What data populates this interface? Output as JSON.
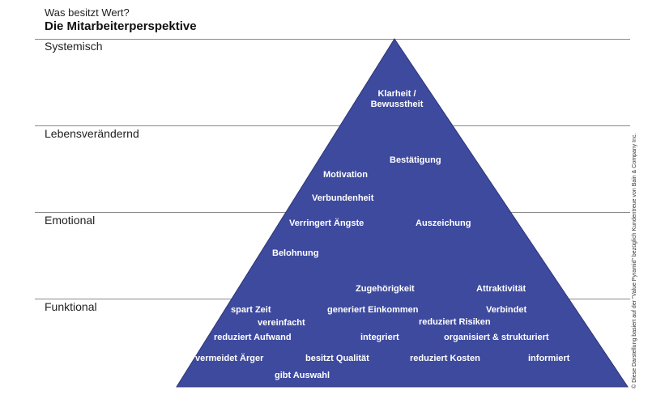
{
  "header": {
    "subtitle": "Was besitzt Wert?",
    "title": "Die Mitarbeiterperspektive"
  },
  "levels": {
    "systemisch": "Systemisch",
    "lebensveraendernd": "Lebensverändernd",
    "emotional": "Emotional",
    "funktional": "Funktional"
  },
  "terms": {
    "klarheit_1": "Klarheit /",
    "klarheit_2": "Bewusstheit",
    "bestaetigung": "Bestätigung",
    "motivation": "Motivation",
    "verbundenheit": "Verbundenheit",
    "verringert_aengste": "Verringert Ängste",
    "auszeichung": "Auszeichung",
    "belohnung": "Belohnung",
    "zugehoerigkeit": "Zugehörigkeit",
    "attraktivitaet": "Attraktivität",
    "spart_zeit": "spart Zeit",
    "generiert_einkommen": "generiert Einkommen",
    "verbindet": "Verbindet",
    "vereinfacht": "vereinfacht",
    "reduziert_risiken": "reduziert Risiken",
    "reduziert_aufwand": "reduziert Aufwand",
    "integriert": "integriert",
    "organisiert": "organisiert & strukturiert",
    "vermeidet_aerger": "vermeidet Ärger",
    "besitzt_qualitaet": "besitzt Qualität",
    "reduziert_kosten": "reduziert Kosten",
    "informiert": "informiert",
    "gibt_auswahl": "gibt Auswahl"
  },
  "credit": "© Diese Darstellung basiert auf der \"Value Pyramid\" bezüglich Kundentreue von Bain & Company Inc.",
  "colors": {
    "pyramid": "#3e4a9e",
    "pyramid_stroke": "#2c3578"
  }
}
